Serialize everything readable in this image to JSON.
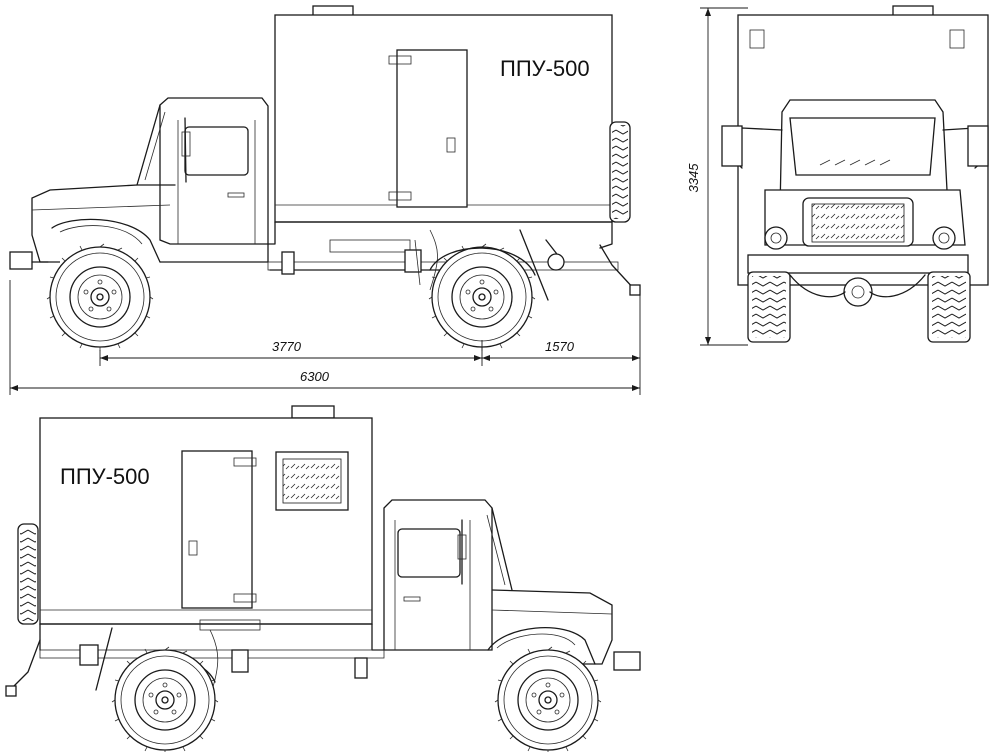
{
  "labels": {
    "model_top": "ППУ-500",
    "model_bottom": "ППУ-500"
  },
  "dimensions": {
    "wheelbase": "3770",
    "rear_overhang": "1570",
    "overall_length": "6300",
    "height": "3345"
  },
  "colors": {
    "line": "#1a1a1a",
    "background": "#ffffff"
  }
}
